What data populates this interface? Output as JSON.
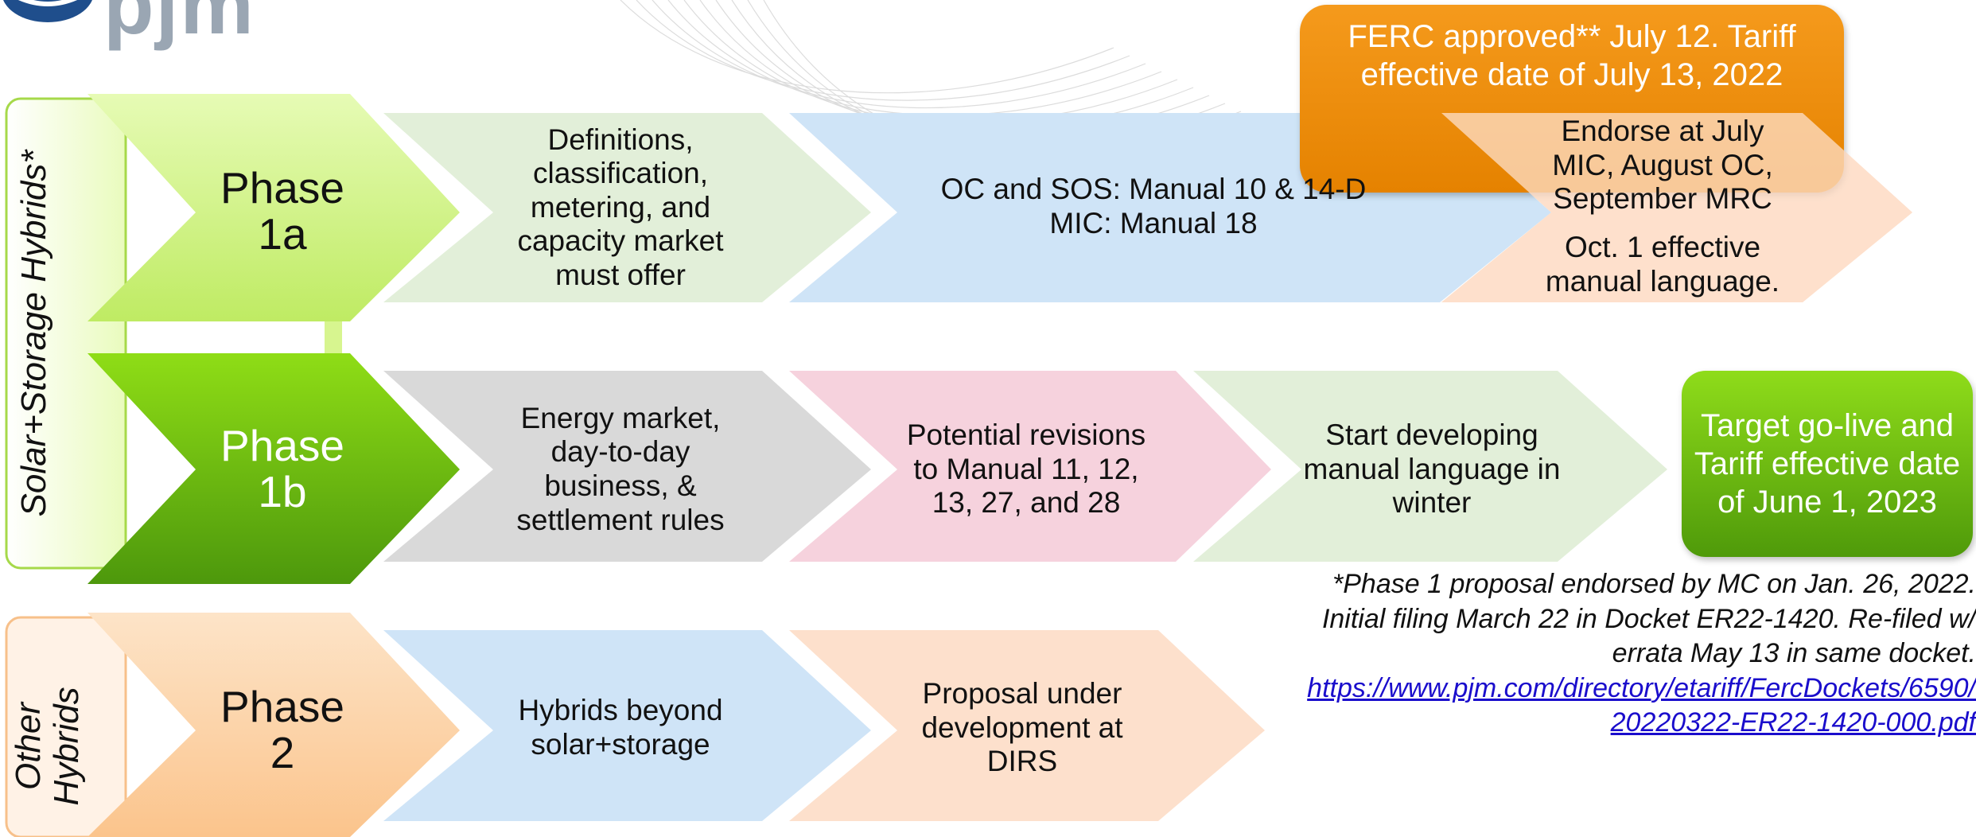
{
  "logo": {
    "text": "pjm",
    "icon": "pjm-globe-icon"
  },
  "colors": {
    "light_green": "#e2efd9",
    "light_blue": "#cfe4f7",
    "light_peach": "#fde0cc",
    "light_gray": "#d9d9d9",
    "light_pink": "#f6d2dd",
    "lime": "#c9f07a",
    "green": "#7cc514",
    "orange": "#f39a1e"
  },
  "groups": {
    "solar_storage": "Solar+Storage Hybrids*",
    "other": "Other Hybrids"
  },
  "phases": {
    "p1a": {
      "label": "Phase 1a",
      "scope": "Definitions, classification, metering, and capacity market must offer",
      "manuals": "OC and SOS: Manual 10 & 14-D MIC: Manual 18",
      "schedule": "Endorse at July MIC, August OC, September MRC",
      "effective": "Oct. 1 effective manual language."
    },
    "p1b": {
      "label": "Phase 1b",
      "scope": "Energy market, day-to-day business, & settlement rules",
      "revisions": "Potential revisions to Manual 11, 12, 13, 27, and 28",
      "develop": "Start developing manual language in winter"
    },
    "p2": {
      "label": "Phase 2",
      "scope": "Hybrids beyond solar+storage",
      "status": "Proposal under development at DIRS"
    }
  },
  "callouts": {
    "ferc": "FERC approved** July 12. Tariff effective date of July 13, 2022",
    "target": "Target go-live and Tariff effective date of June 1, 2023"
  },
  "footnote": {
    "text": "*Phase 1 proposal endorsed by MC on Jan. 26, 2022. Initial filing March 22 in Docket ER22-1420. Re-filed w/ errata May 13 in same docket.",
    "link": "https://www.pjm.com/directory/etariff/FercDockets/6590/20220322-ER22-1420-000.pdf"
  }
}
